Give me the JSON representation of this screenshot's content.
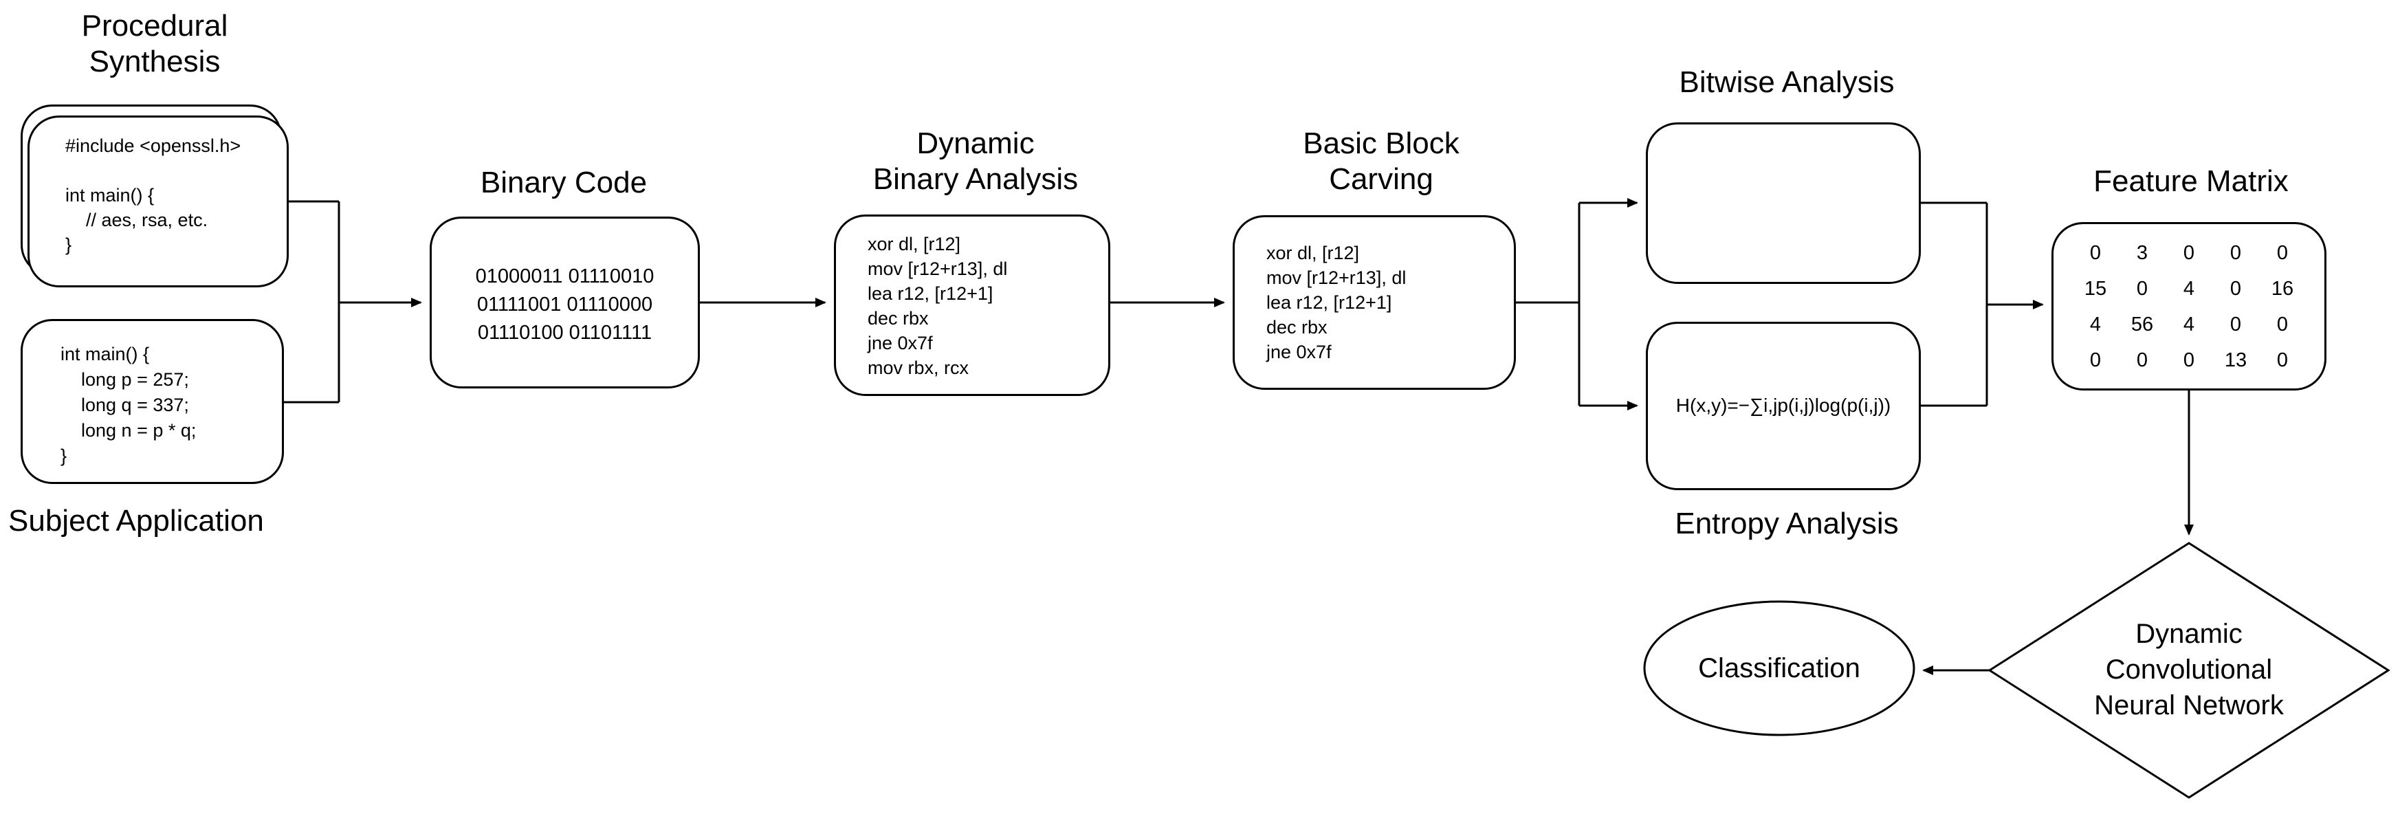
{
  "colors": {
    "ink": "#000000",
    "paper": "#ffffff"
  },
  "diagram": {
    "titles": {
      "procedural_synthesis": [
        "Procedural",
        "Synthesis"
      ],
      "subject_application": [
        "Subject Application"
      ],
      "binary_code": [
        "Binary Code"
      ],
      "dynamic_binary_analysis": [
        "Dynamic",
        "Binary Analysis"
      ],
      "basic_block_carving": [
        "Basic Block",
        "Carving"
      ],
      "bitwise_analysis": [
        "Bitwise Analysis"
      ],
      "entropy_analysis": [
        "Entropy Analysis"
      ],
      "feature_matrix": [
        "Feature Matrix"
      ],
      "dcnn": [
        "Dynamic",
        "Convolutional",
        "Neural Network"
      ],
      "classification": [
        "Classification"
      ]
    },
    "source_code_crypto": "#include <openssl.h>\n\nint main() {\n    // aes, rsa, etc.\n}",
    "source_code_rsa": "int main() {\n    long p = 257;\n    long q = 337;\n    long n = p * q;\n}",
    "binary_code_text": "01000011 01110010\n01111001 01110000\n01110100 01101111",
    "disassembly_trace": "xor dl, [r12]\nmov [r12+r13], dl\nlea r12, [r12+1]\ndec rbx\njne 0x7f\nmov rbx, rcx",
    "basic_block_code": "xor dl, [r12]\nmov [r12+r13], dl\nlea r12, [r12+1]\ndec rbx\njne 0x7f",
    "entropy_formula": "H(x,y)=−∑i,jp(i,j)log(p(i,j))",
    "feature_matrix": {
      "rows": [
        [
          "0",
          "3",
          "0",
          "0",
          "0"
        ],
        [
          "15",
          "0",
          "4",
          "0",
          "16"
        ],
        [
          "4",
          "56",
          "4",
          "0",
          "0"
        ],
        [
          "0",
          "0",
          "0",
          "13",
          "0"
        ]
      ]
    }
  }
}
